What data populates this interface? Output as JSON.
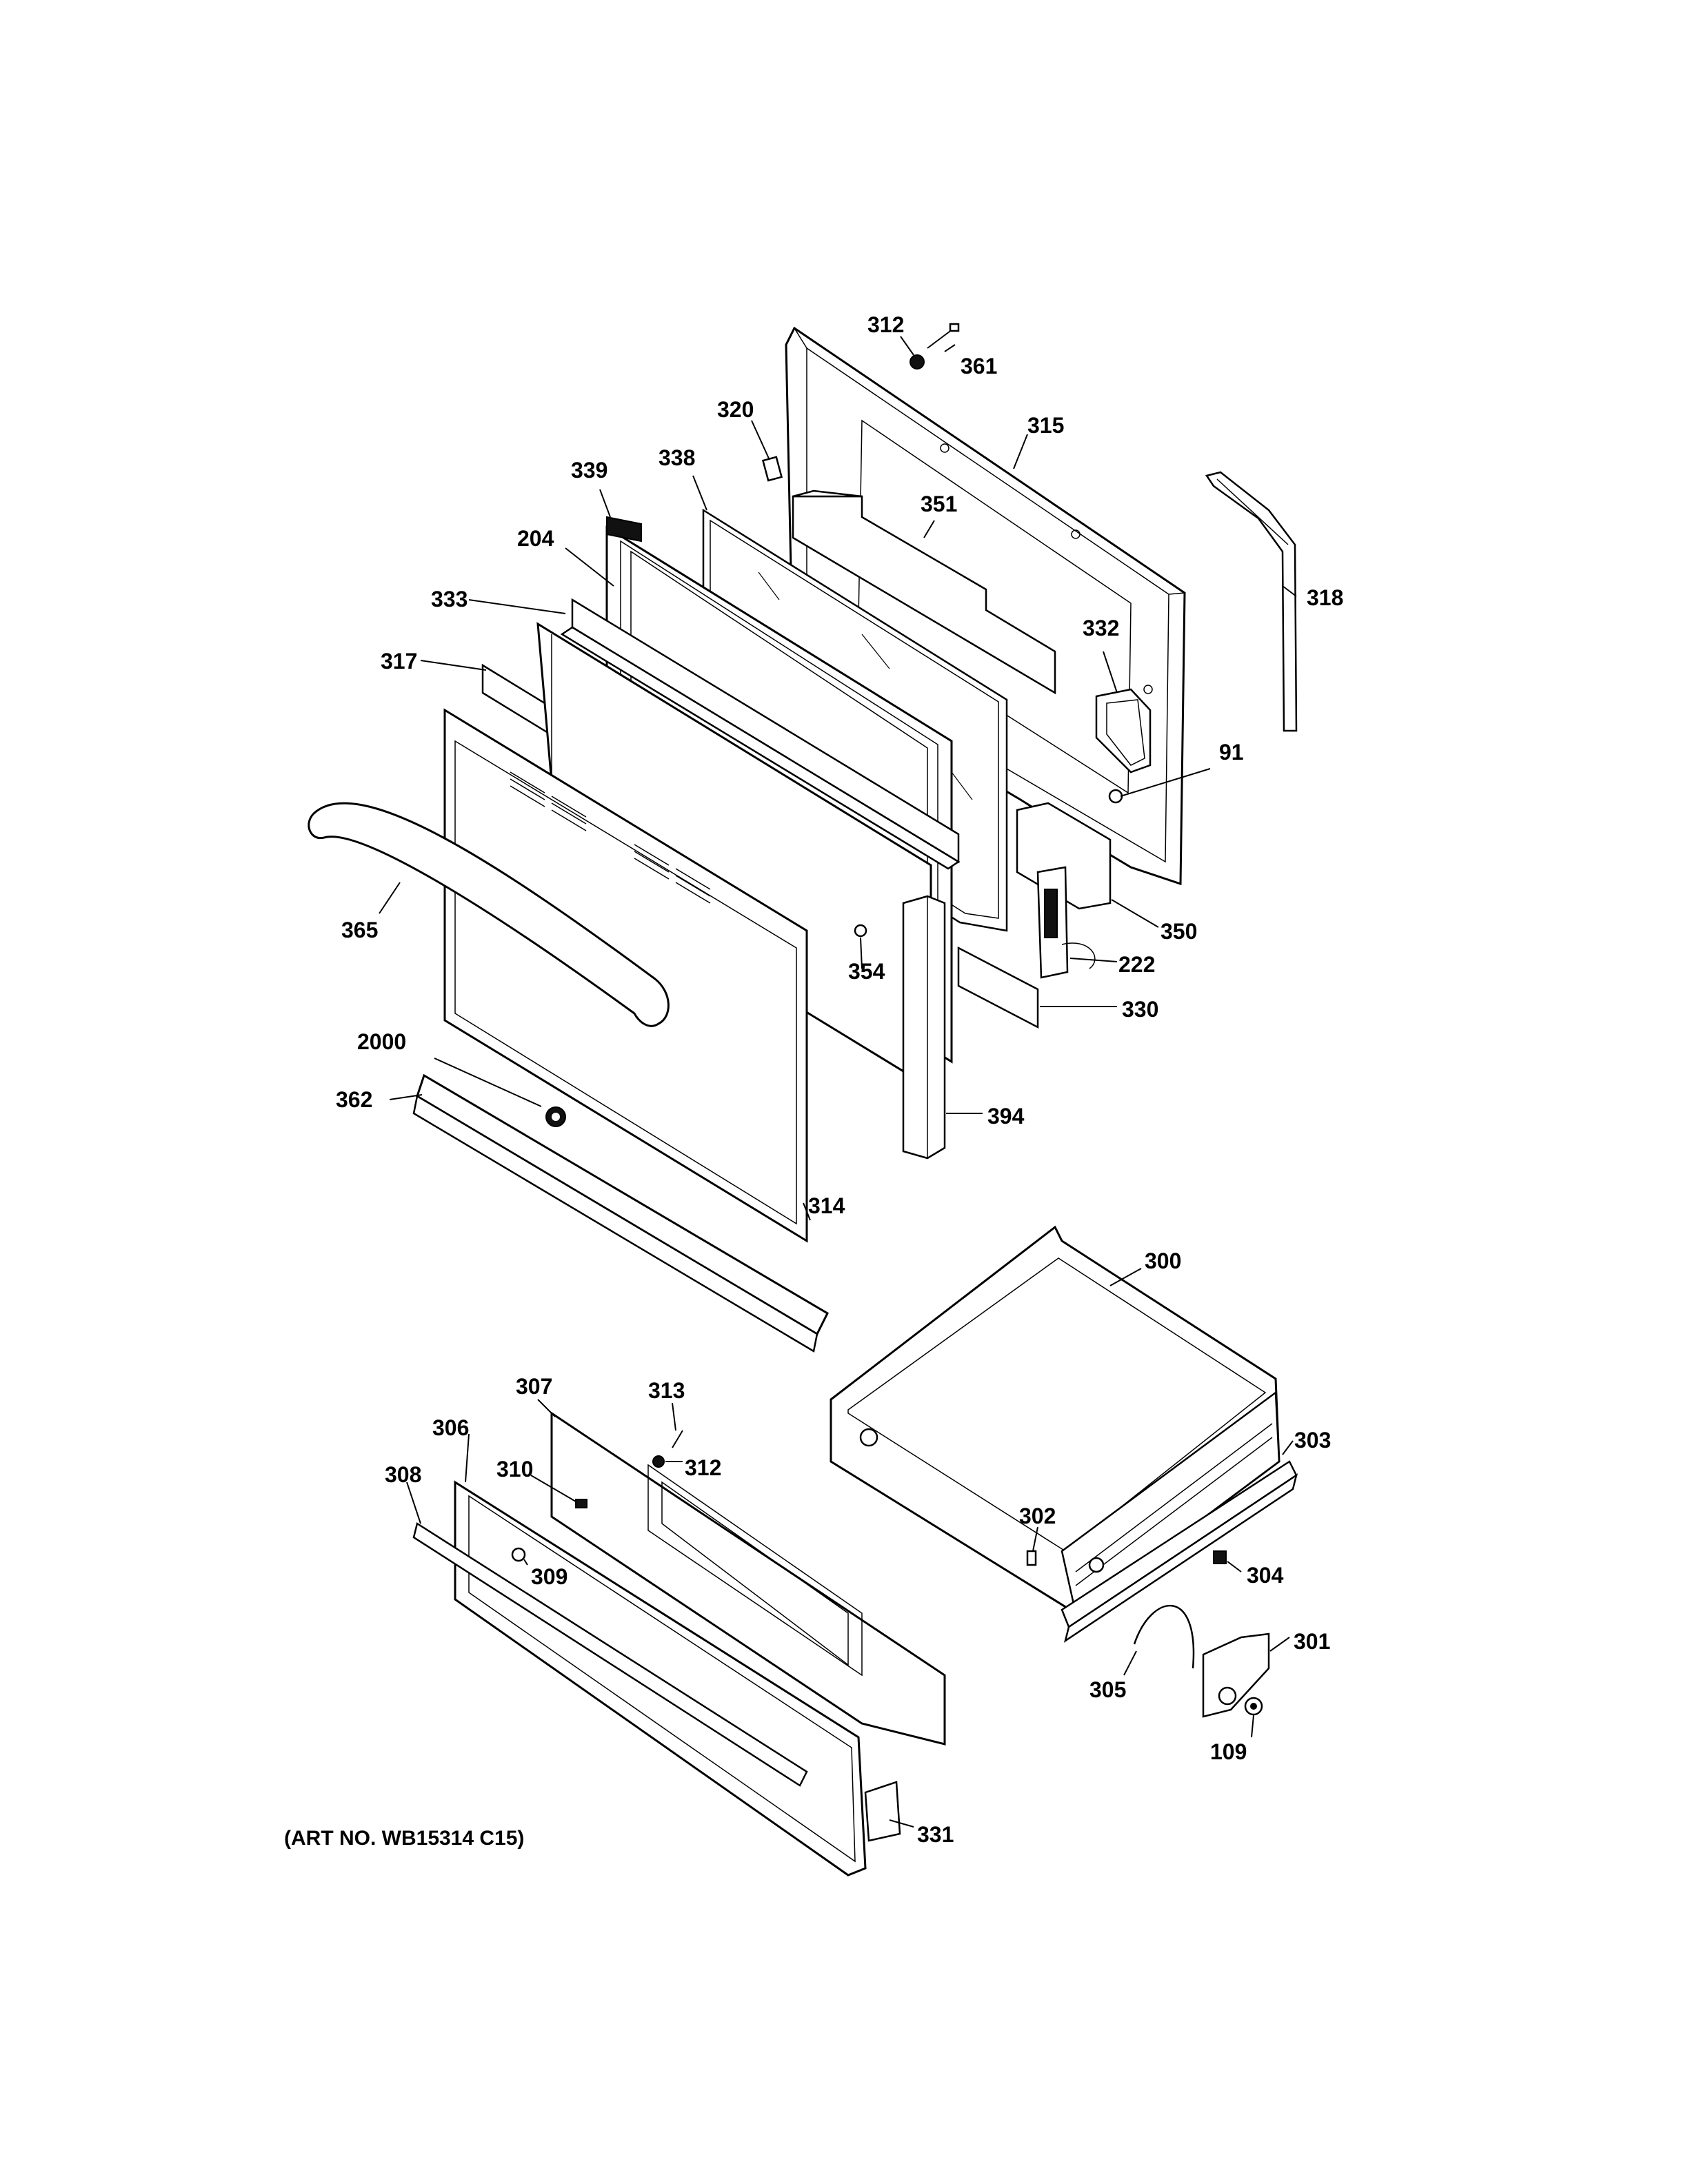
{
  "art_number": "(ART NO. WB15314 C15)",
  "part_labels": {
    "p312_top": "312",
    "p361": "361",
    "p320": "320",
    "p315": "315",
    "p339": "339",
    "p338": "338",
    "p351": "351",
    "p204": "204",
    "p318": "318",
    "p333": "333",
    "p332": "332",
    "p317": "317",
    "p91": "91",
    "p365": "365",
    "p350": "350",
    "p222": "222",
    "p354": "354",
    "p330": "330",
    "p2000": "2000",
    "p362": "362",
    "p394": "394",
    "p314": "314",
    "p300": "300",
    "p307": "307",
    "p313": "313",
    "p306": "306",
    "p312_bottom": "312",
    "p303": "303",
    "p308": "308",
    "p310": "310",
    "p302": "302",
    "p309": "309",
    "p304": "304",
    "p301": "301",
    "p305": "305",
    "p109": "109",
    "p331": "331"
  }
}
